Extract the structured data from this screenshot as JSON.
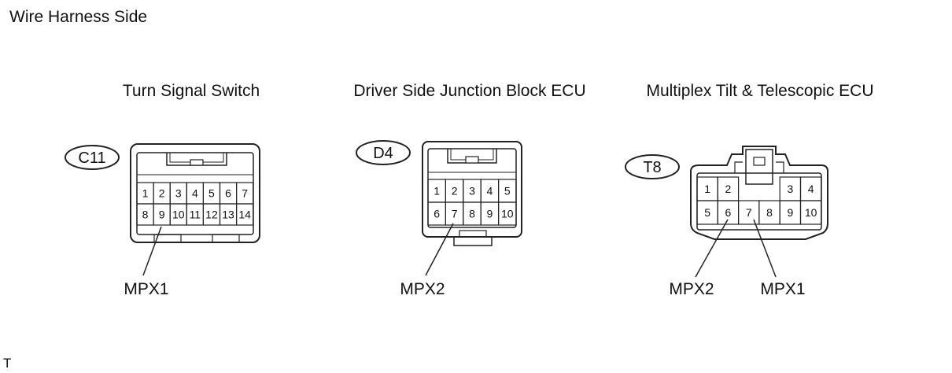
{
  "header": {
    "title": "Wire Harness Side"
  },
  "connectors": [
    {
      "id": "C11",
      "name": "Turn Signal Switch",
      "pins_row1": [
        "1",
        "2",
        "3",
        "4",
        "5",
        "6",
        "7"
      ],
      "pins_row2": [
        "8",
        "9",
        "10",
        "11",
        "12",
        "13",
        "14"
      ],
      "signals": [
        {
          "label": "MPX1",
          "pin": "9"
        }
      ]
    },
    {
      "id": "D4",
      "name": "Driver Side Junction Block ECU",
      "pins_row1": [
        "1",
        "2",
        "3",
        "4",
        "5"
      ],
      "pins_row2": [
        "6",
        "7",
        "8",
        "9",
        "10"
      ],
      "signals": [
        {
          "label": "MPX2",
          "pin": "7"
        }
      ]
    },
    {
      "id": "T8",
      "name": "Multiplex Tilt & Telescopic ECU",
      "pins_row1": [
        "1",
        "2",
        "",
        "",
        "3",
        "4"
      ],
      "pins_row2": [
        "5",
        "6",
        "7",
        "8",
        "9",
        "10"
      ],
      "signals": [
        {
          "label": "MPX2",
          "pin": "6"
        },
        {
          "label": "MPX1",
          "pin": "7"
        }
      ]
    }
  ],
  "footer": {
    "mark": "T"
  },
  "colors": {
    "line": "#222222",
    "background": "#ffffff"
  }
}
